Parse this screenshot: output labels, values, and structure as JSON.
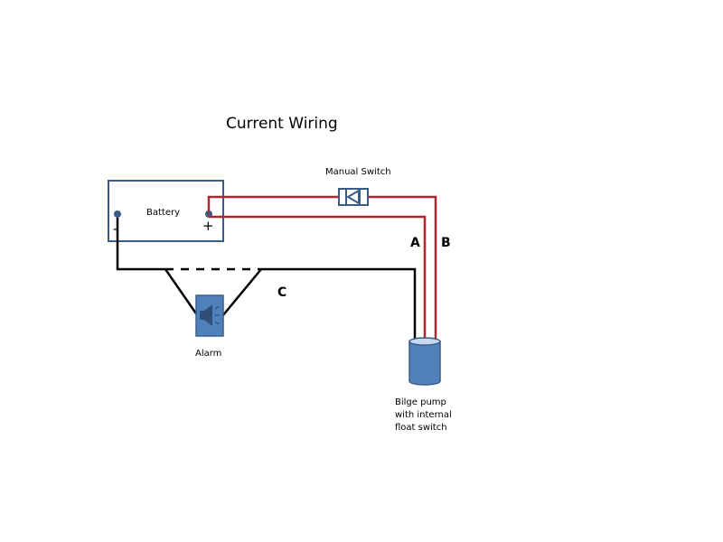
{
  "title": "Current Wiring",
  "battery": {
    "label": "Battery",
    "negative_sign": "-",
    "positive_sign": "+"
  },
  "manual_switch": {
    "label": "Manual Switch"
  },
  "alarm": {
    "label": "Alarm",
    "icon": "speaker-icon"
  },
  "pump": {
    "label_lines": [
      "Bilge pump",
      "with internal",
      "float switch"
    ]
  },
  "wire_labels": {
    "a": "A",
    "b": "B",
    "c": "C"
  },
  "colors": {
    "positive_wire": "#b0282c",
    "negative_wire": "#000000",
    "component_fill": "#4f81bd",
    "component_stroke": "#385d8a",
    "battery_border": "#385d8a",
    "terminal": "#385d8a"
  }
}
